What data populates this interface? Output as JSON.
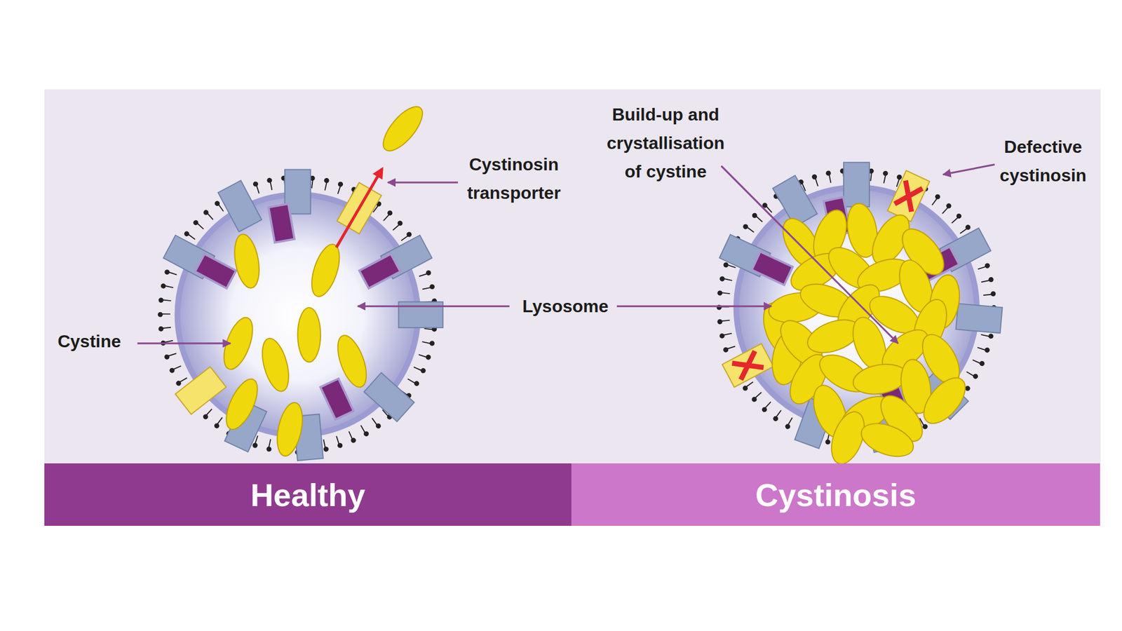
{
  "diagram": {
    "nodes": [
      {
        "text": [
          "Healthy"
        ]
      },
      {
        "text": [
          "Cystinosis"
        ]
      }
    ],
    "labels": [
      "Build-up and crystallisation of cystine",
      "Cystinosin transporter",
      "Defective cystinosin",
      "Cystine",
      "Lysosome"
    ]
  }
}
